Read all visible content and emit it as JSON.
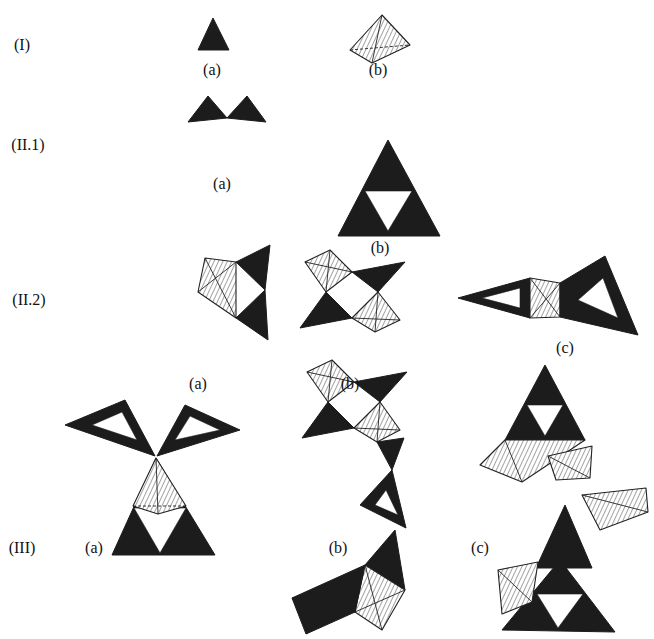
{
  "diagram": {
    "labels": [
      "(I)",
      "(a)",
      "(b)",
      "(II.1)",
      "(a)",
      "(b)",
      "(II.2)",
      "(a)",
      "(b)",
      "(c)",
      "(III)",
      "(a)",
      "(b)",
      "(c)"
    ]
  }
}
